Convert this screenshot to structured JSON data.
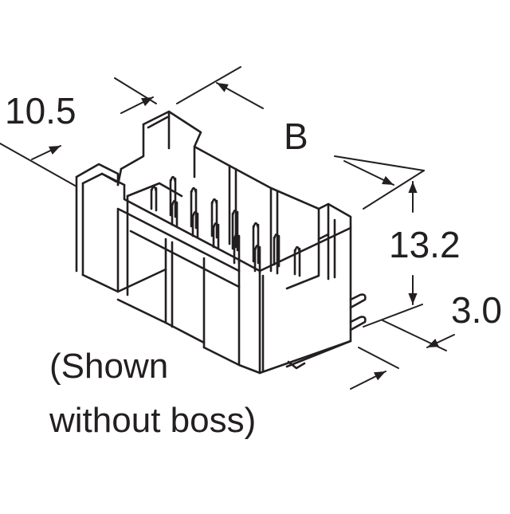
{
  "dimensions": {
    "width": "10.5",
    "length": "B",
    "height": "13.2",
    "pin_tail": "3.0"
  },
  "caption": {
    "line1": "(Shown",
    "line2": "without boss)"
  },
  "colors": {
    "ink": "#231f20",
    "fill": "#ffffff"
  }
}
